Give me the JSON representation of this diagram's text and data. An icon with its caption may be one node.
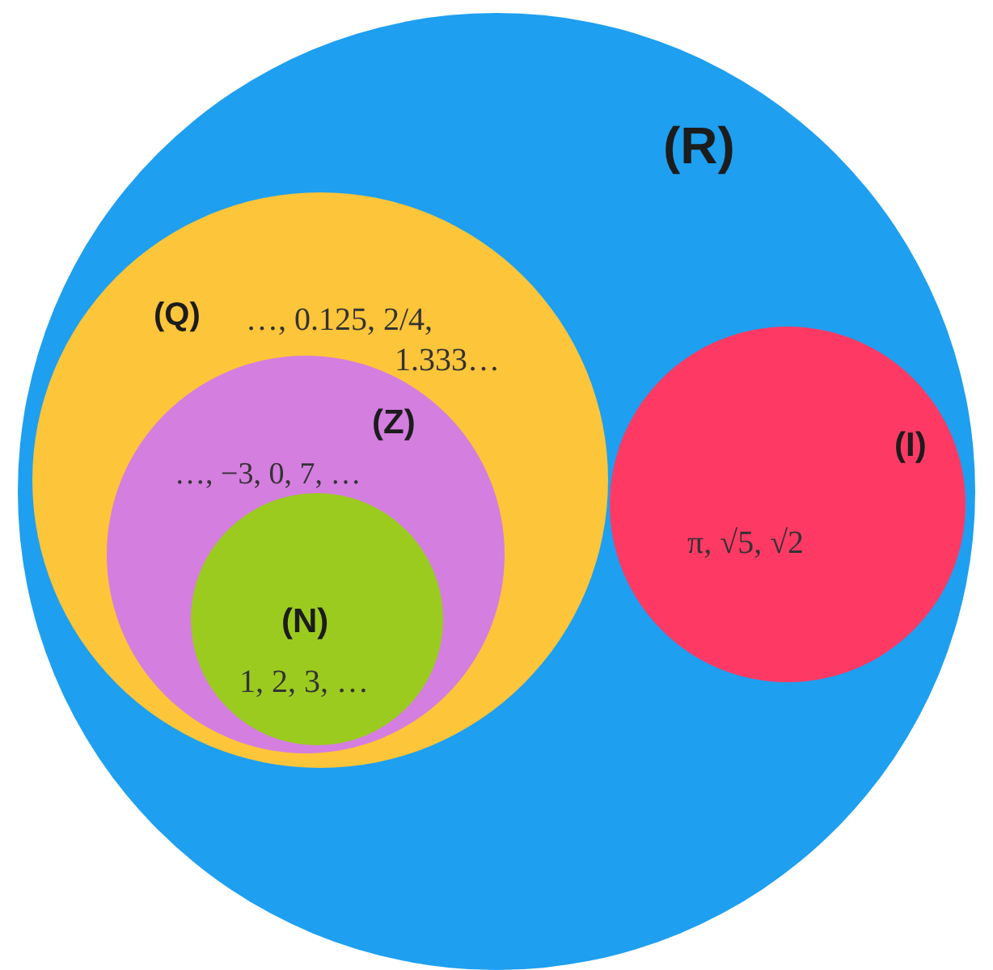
{
  "diagram": {
    "nodes": [
      {
        "text": [
          "(R)"
        ]
      },
      {
        "text": [
          "(Q)",
          "…, 0.125, 2/4, 1.333…"
        ],
        "in": 0
      },
      {
        "text": [
          "(Z)",
          "…, −3, 0, 7, …"
        ],
        "in": 1
      },
      {
        "text": [
          "(N)",
          "1, 2, 3, …"
        ],
        "in": 2
      },
      {
        "text": [
          "(I)",
          "π, √5, √2"
        ],
        "in": 0
      }
    ]
  }
}
